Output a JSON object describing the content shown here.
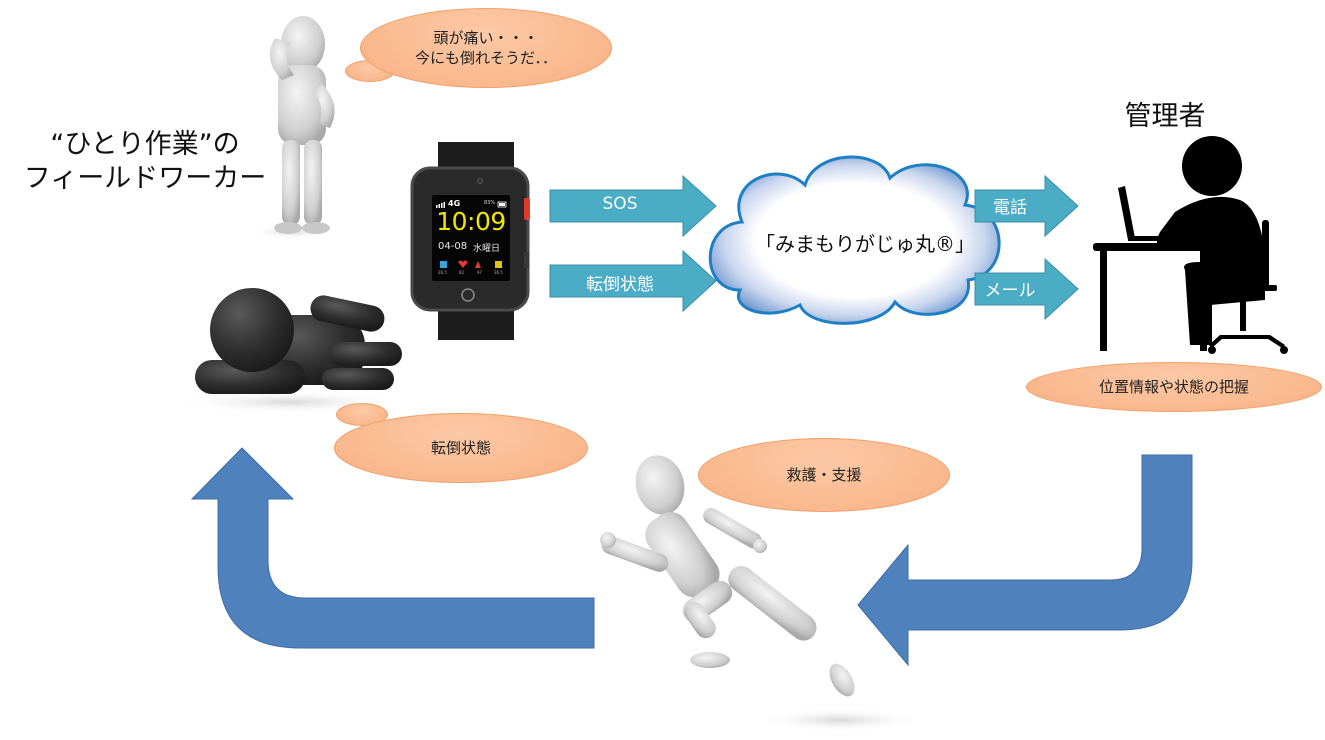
{
  "worker": {
    "title_line1": "“ひとり作業”の",
    "title_line2": "フィールドワーカー"
  },
  "bubbles": {
    "headache_line1": "頭が痛い・・・",
    "headache_line2": "今にも倒れそうだ．．",
    "fallen": "転倒状態",
    "rescue": "救護・支援",
    "awareness": "位置情報や状態の把握"
  },
  "watch": {
    "signal": "4G",
    "battery": "83%",
    "time": "10:09",
    "date": "04-08",
    "weekday": "水曜日",
    "metrics": [
      "26.5",
      "82",
      "97",
      "36.5"
    ]
  },
  "arrows_in": {
    "sos": "SOS",
    "fall": "転倒状態"
  },
  "cloud": {
    "service_name": "「みまもりがじゅ丸®」"
  },
  "arrows_out": {
    "phone": "電話",
    "mail": "メール"
  },
  "manager": {
    "title": "管理者"
  },
  "colors": {
    "bubble_fill": "#f9b88d",
    "teal_arrow": "#4bacc6",
    "blue_arrow": "#4f81bd",
    "cloud_edge": "#1f7fc4",
    "watch_time": "#f2e600"
  }
}
